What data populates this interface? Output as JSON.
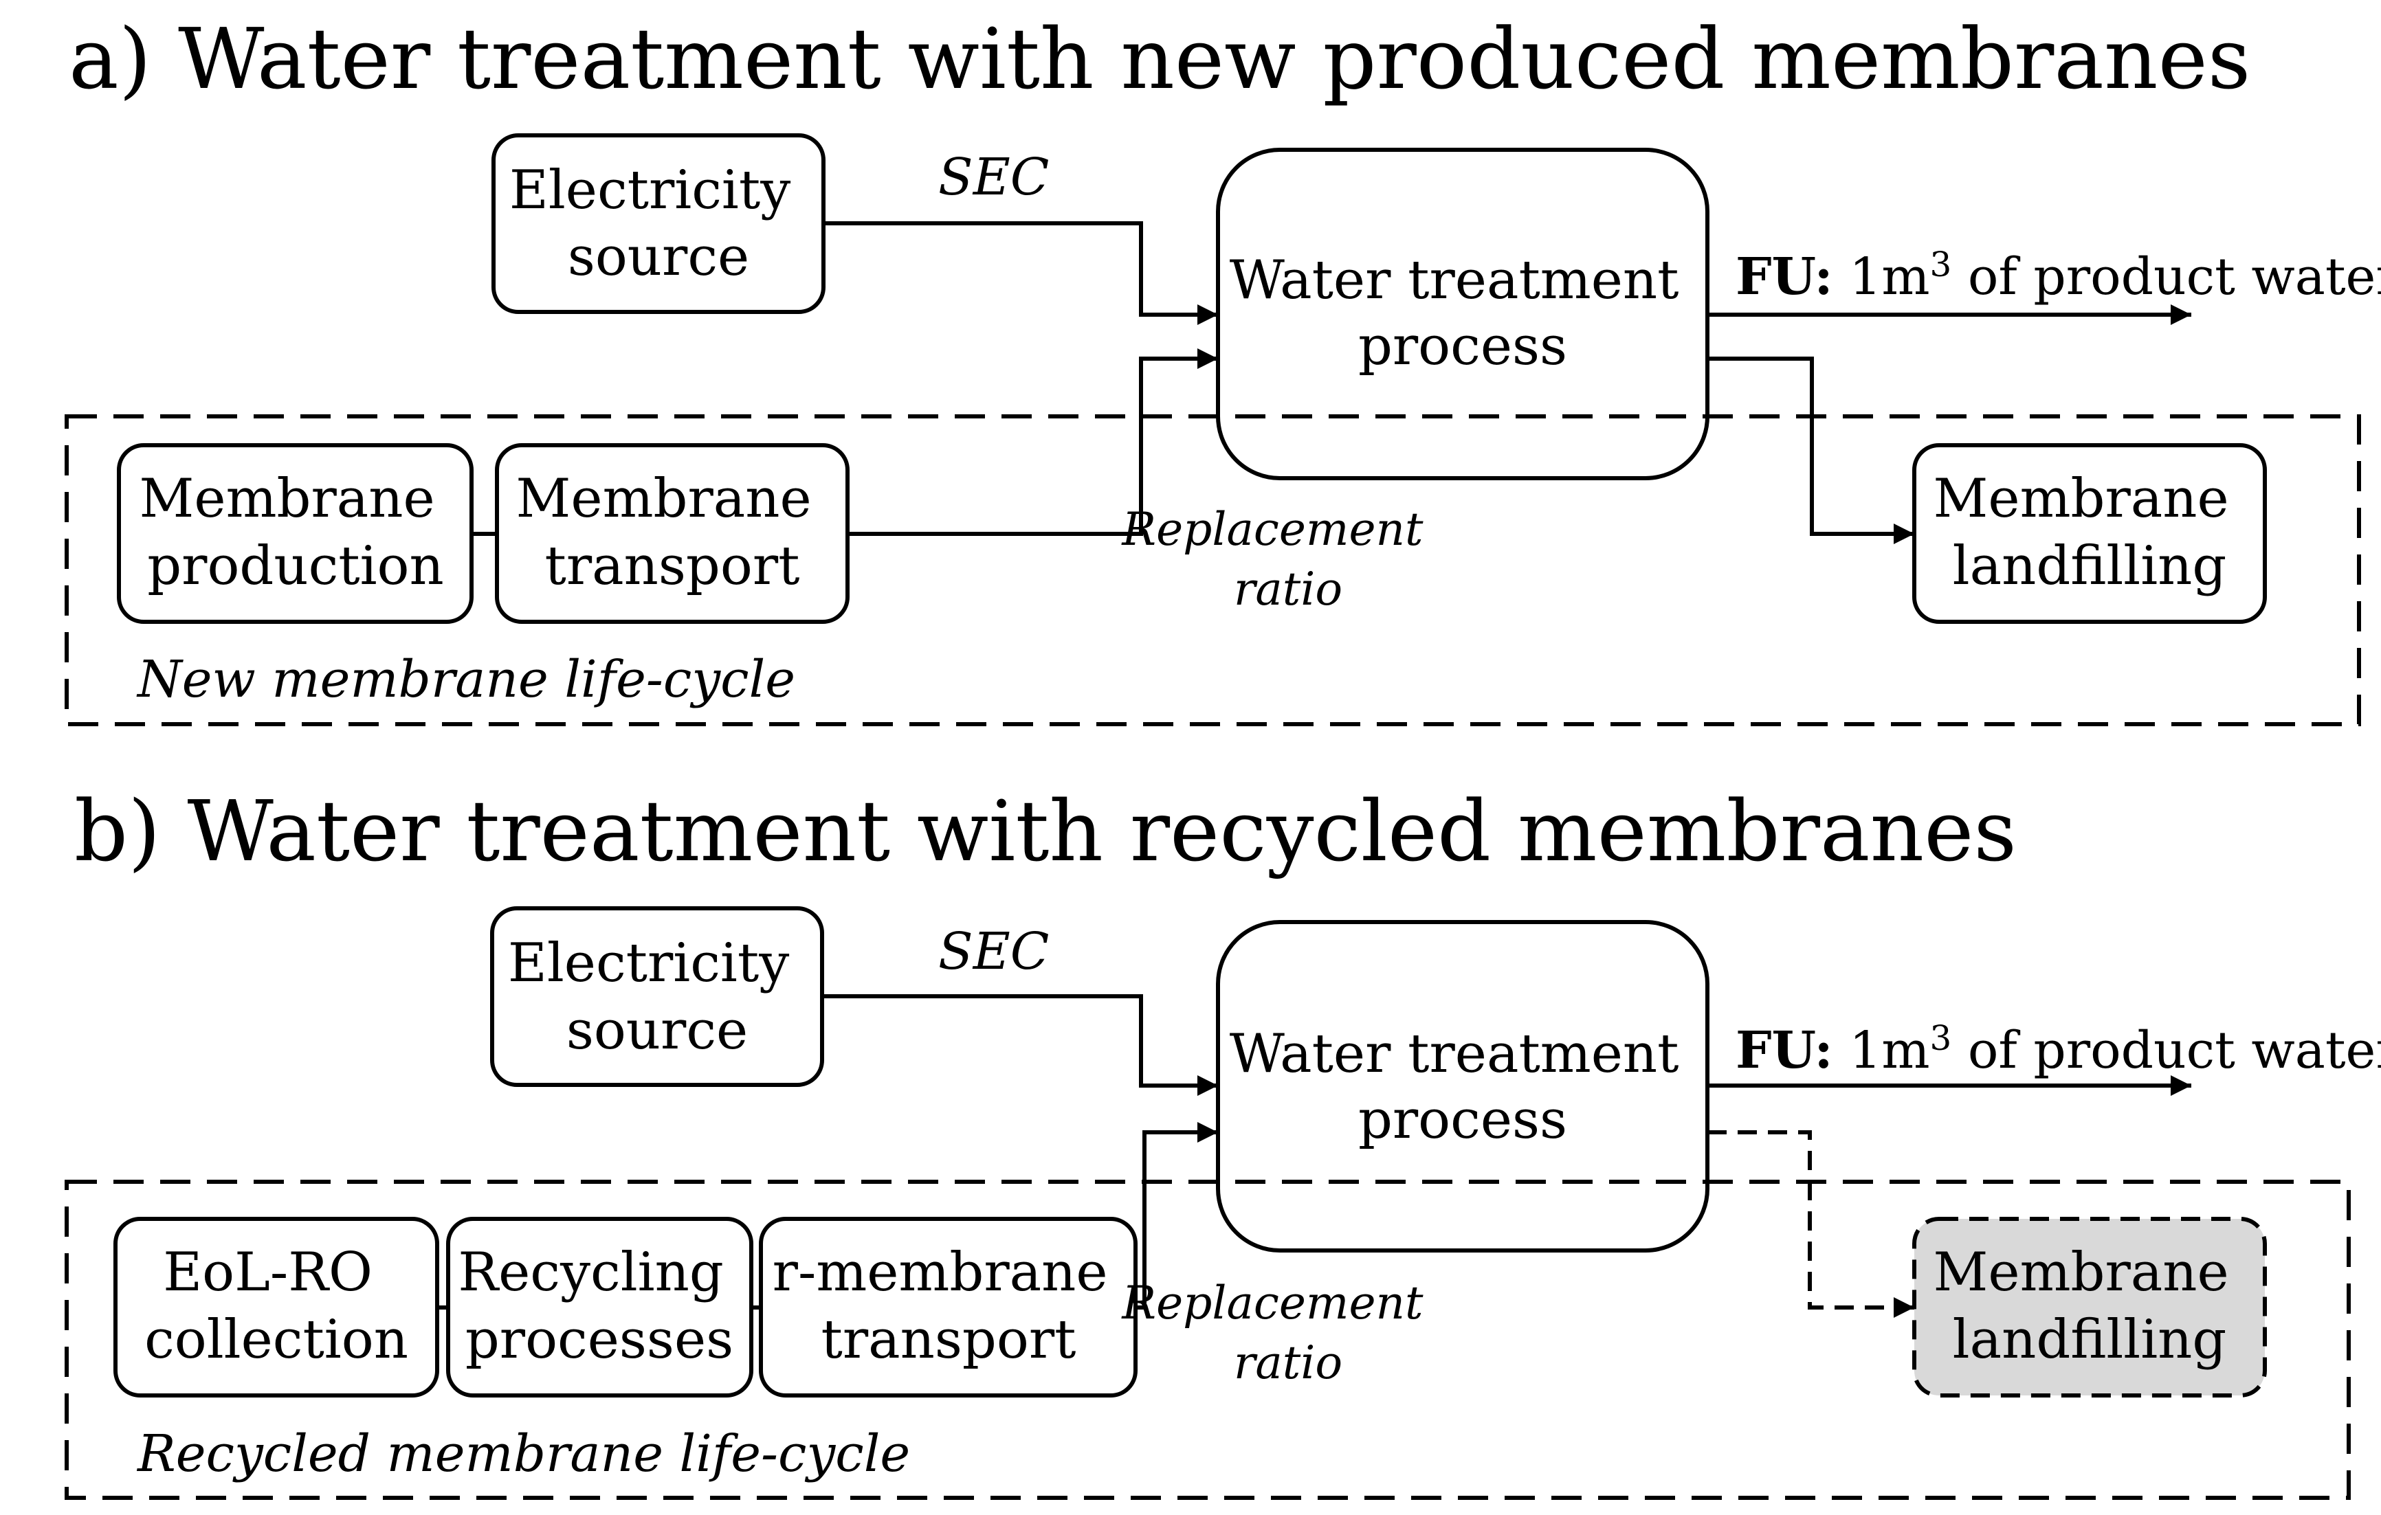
{
  "panel_a": {
    "heading": "a) Water treatment with new produced membranes",
    "electricity": [
      "Electricity",
      "source"
    ],
    "sec_label": "SEC",
    "process": [
      "Water treatment",
      "process"
    ],
    "fu_bold": "FU:",
    "fu_text": " 1m",
    "fu_sup": "3",
    "fu_tail": " of product water",
    "replacement": [
      "Replacement",
      "ratio"
    ],
    "group_label": "New membrane life-cycle",
    "production": [
      "Membrane",
      "production"
    ],
    "transport": [
      "Membrane",
      "transport"
    ],
    "landfilling": [
      "Membrane",
      "landfilling"
    ]
  },
  "panel_b": {
    "heading": "b) Water treatment with recycled membranes",
    "electricity": [
      "Electricity",
      "source"
    ],
    "sec_label": "SEC",
    "process": [
      "Water treatment",
      "process"
    ],
    "fu_bold": "FU:",
    "fu_text": " 1m",
    "fu_sup": "3",
    "fu_tail": " of product water",
    "replacement": [
      "Replacement",
      "ratio"
    ],
    "group_label": "Recycled membrane life-cycle",
    "collection": [
      "EoL-RO",
      "collection"
    ],
    "recycling": [
      "Recycling",
      "processes"
    ],
    "r_transport": [
      "r-membrane",
      "transport"
    ],
    "landfilling": [
      "Membrane",
      "landfilling"
    ]
  },
  "colors": {
    "stroke": "#000000",
    "background": "#ffffff",
    "inactive_fill": "#d9d9d9"
  }
}
